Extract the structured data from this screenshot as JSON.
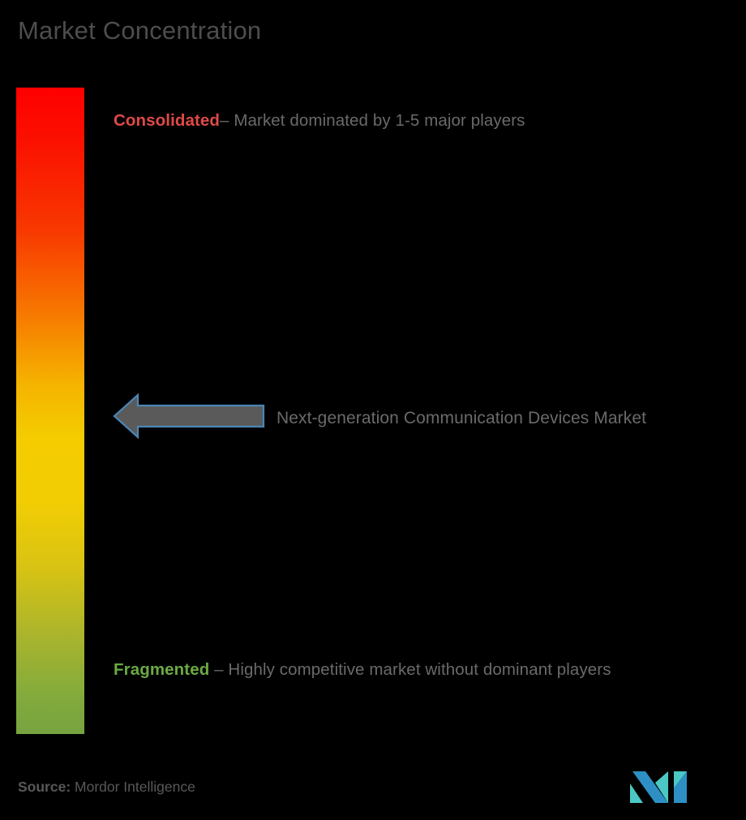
{
  "title": "Market Concentration",
  "scale": {
    "name": "market-concentration-gradient",
    "top_color": "#FF0000",
    "mid_color": "#F4CC00",
    "bottom_color": "#77A340",
    "top_meaning": "Consolidated",
    "bottom_meaning": "Fragmented"
  },
  "legend": {
    "consolidated": {
      "term": "Consolidated",
      "color": "#DE4A47",
      "description": "– Market dominated by 1-5 major players"
    },
    "fragmented": {
      "term": "Fragmented",
      "color": "#6BAA43",
      "description": " – Highly competitive market without dominant players"
    }
  },
  "marker": {
    "label": "Next-generation Communication Devices Market",
    "direction": "left",
    "fill_color": "#5A5A5A",
    "stroke_color": "#4A86B6",
    "position_note": "mid-scale, slightly above center"
  },
  "footer": {
    "source_label": "Source:",
    "source_value": " Mordor Intelligence",
    "logo_name": "mordor-intelligence-logo",
    "logo_colors": {
      "teal": "#4BC8C3",
      "blue": "#2E8FC4"
    }
  },
  "chart_data": {
    "type": "bar",
    "title": "Market Concentration",
    "orientation": "vertical-gradient-scale",
    "categories": [
      "Fragmented",
      "Consolidated"
    ],
    "values": [
      0,
      100
    ],
    "annotations": [
      {
        "label": "Next-generation Communication Devices Market",
        "value": 52,
        "axis": "concentration",
        "note": "arrow points at mid-upper region of the scale"
      }
    ],
    "legend": [
      "Consolidated",
      "Fragmented"
    ],
    "xlabel": "",
    "ylabel": "Market Concentration",
    "ylim": [
      0,
      100
    ],
    "grid": false
  }
}
